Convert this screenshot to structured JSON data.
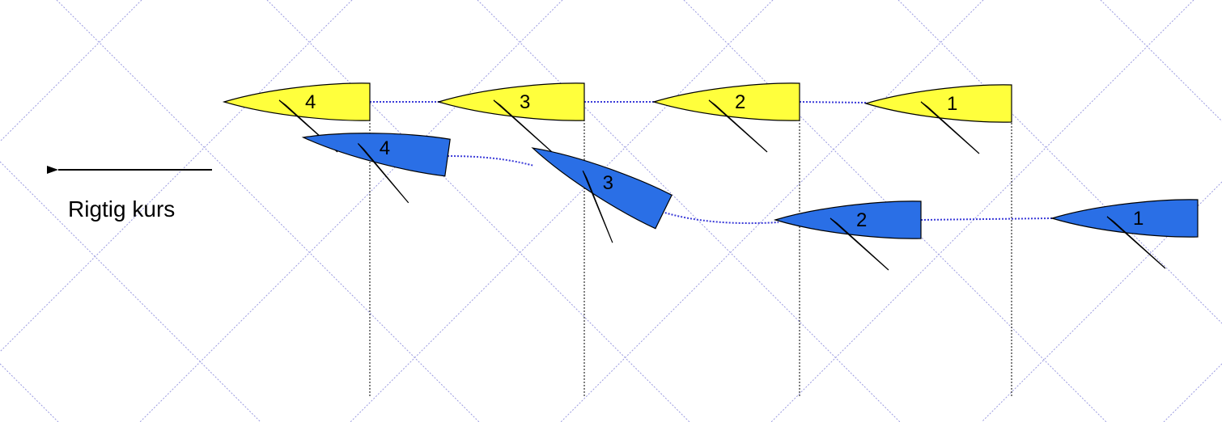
{
  "diagram": {
    "course_label": "Rigtig kurs",
    "colors": {
      "yellow_boat": "#ffff3c",
      "blue_boat": "#2a6fe6",
      "grid": "#9a9ae0",
      "track": "#3a3ad8",
      "position_line": "#000000",
      "sail": "#ffffff",
      "outline": "#000000"
    },
    "yellow_boats": [
      {
        "number": "4"
      },
      {
        "number": "3"
      },
      {
        "number": "2"
      },
      {
        "number": "1"
      }
    ],
    "blue_boats": [
      {
        "number": "4"
      },
      {
        "number": "3"
      },
      {
        "number": "2"
      },
      {
        "number": "1"
      }
    ]
  }
}
